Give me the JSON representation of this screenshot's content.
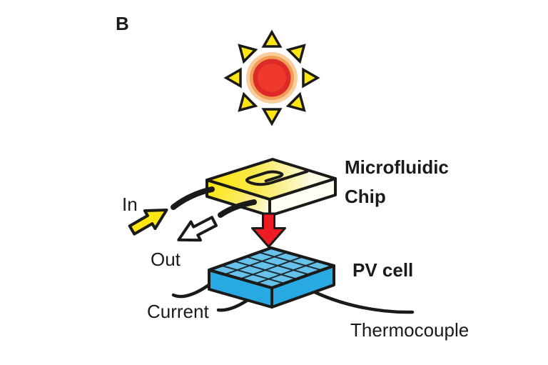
{
  "figure": {
    "panel_label": "B",
    "labels": {
      "chip_line1": "Microfluidic",
      "chip_line2": "Chip",
      "pv_cell": "PV cell",
      "flow_in": "In",
      "flow_out": "Out",
      "current": "Current",
      "thermocouple": "Thermocouple"
    },
    "colors": {
      "background": "#FFFFFF",
      "outline_black": "#1A1A18",
      "sun_core_red": "#DD2A28",
      "sun_core_red_bright": "#EF3A2B",
      "sun_ring_orange": "#F29D57",
      "sun_ring_peach": "#F9CD9C",
      "ray_yellow": "#FFE512",
      "chip_yellow": "#FFE609",
      "chip_white": "#FEFEF2",
      "pv_side_blue": "#29A9E1",
      "pv_top_blue": "#66C2EB",
      "arrow_red": "#ED1C24",
      "arrow_white": "#FFFFFF"
    }
  }
}
